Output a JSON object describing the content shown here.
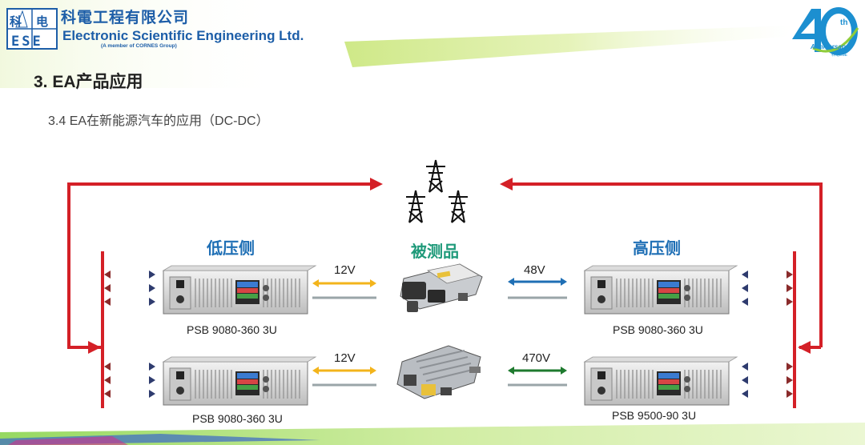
{
  "header": {
    "company_cn": "科電工程有限公司",
    "company_en": "Electronic Scientific Engineering Ltd.",
    "member_note": "(A member of CORNES Group)",
    "logo_text": "ESE",
    "logo_char1": "科",
    "logo_char2": "电",
    "anniversary_number": "40",
    "anniversary_suffix": "th",
    "anniversary_text": "Anniversary",
    "anniversary_sub": "科電ESE"
  },
  "slide": {
    "section_title": "3. EA产品应用",
    "subtitle": "3.4 EA在新能源汽车的应用（DC-DC）"
  },
  "diagram": {
    "low_side_label": "低压侧",
    "dut_label": "被测品",
    "high_side_label": "高压侧",
    "devices": [
      {
        "model": "PSB 9080-360 3U",
        "voltage": "12V"
      },
      {
        "model": "PSB 9080-360 3U",
        "voltage": "12V"
      },
      {
        "model": "PSB 9080-360 3U",
        "voltage": "48V"
      },
      {
        "model": "PSB 9500-90 3U",
        "voltage": "470V"
      }
    ],
    "icons": [
      "power-tower-icon",
      "dc-dc-converter-icon",
      "power-supply-icon"
    ],
    "colors": {
      "grid_arrow": "#d42027",
      "low_voltage_arrow": "#f3b41b",
      "mid_voltage_arrow": "#1f6fb5",
      "high_voltage_arrow": "#1e7a2e",
      "bus_bar": "#d42027",
      "title_blue": "#1f6fb5",
      "dut_green": "#1f9a7a"
    }
  }
}
